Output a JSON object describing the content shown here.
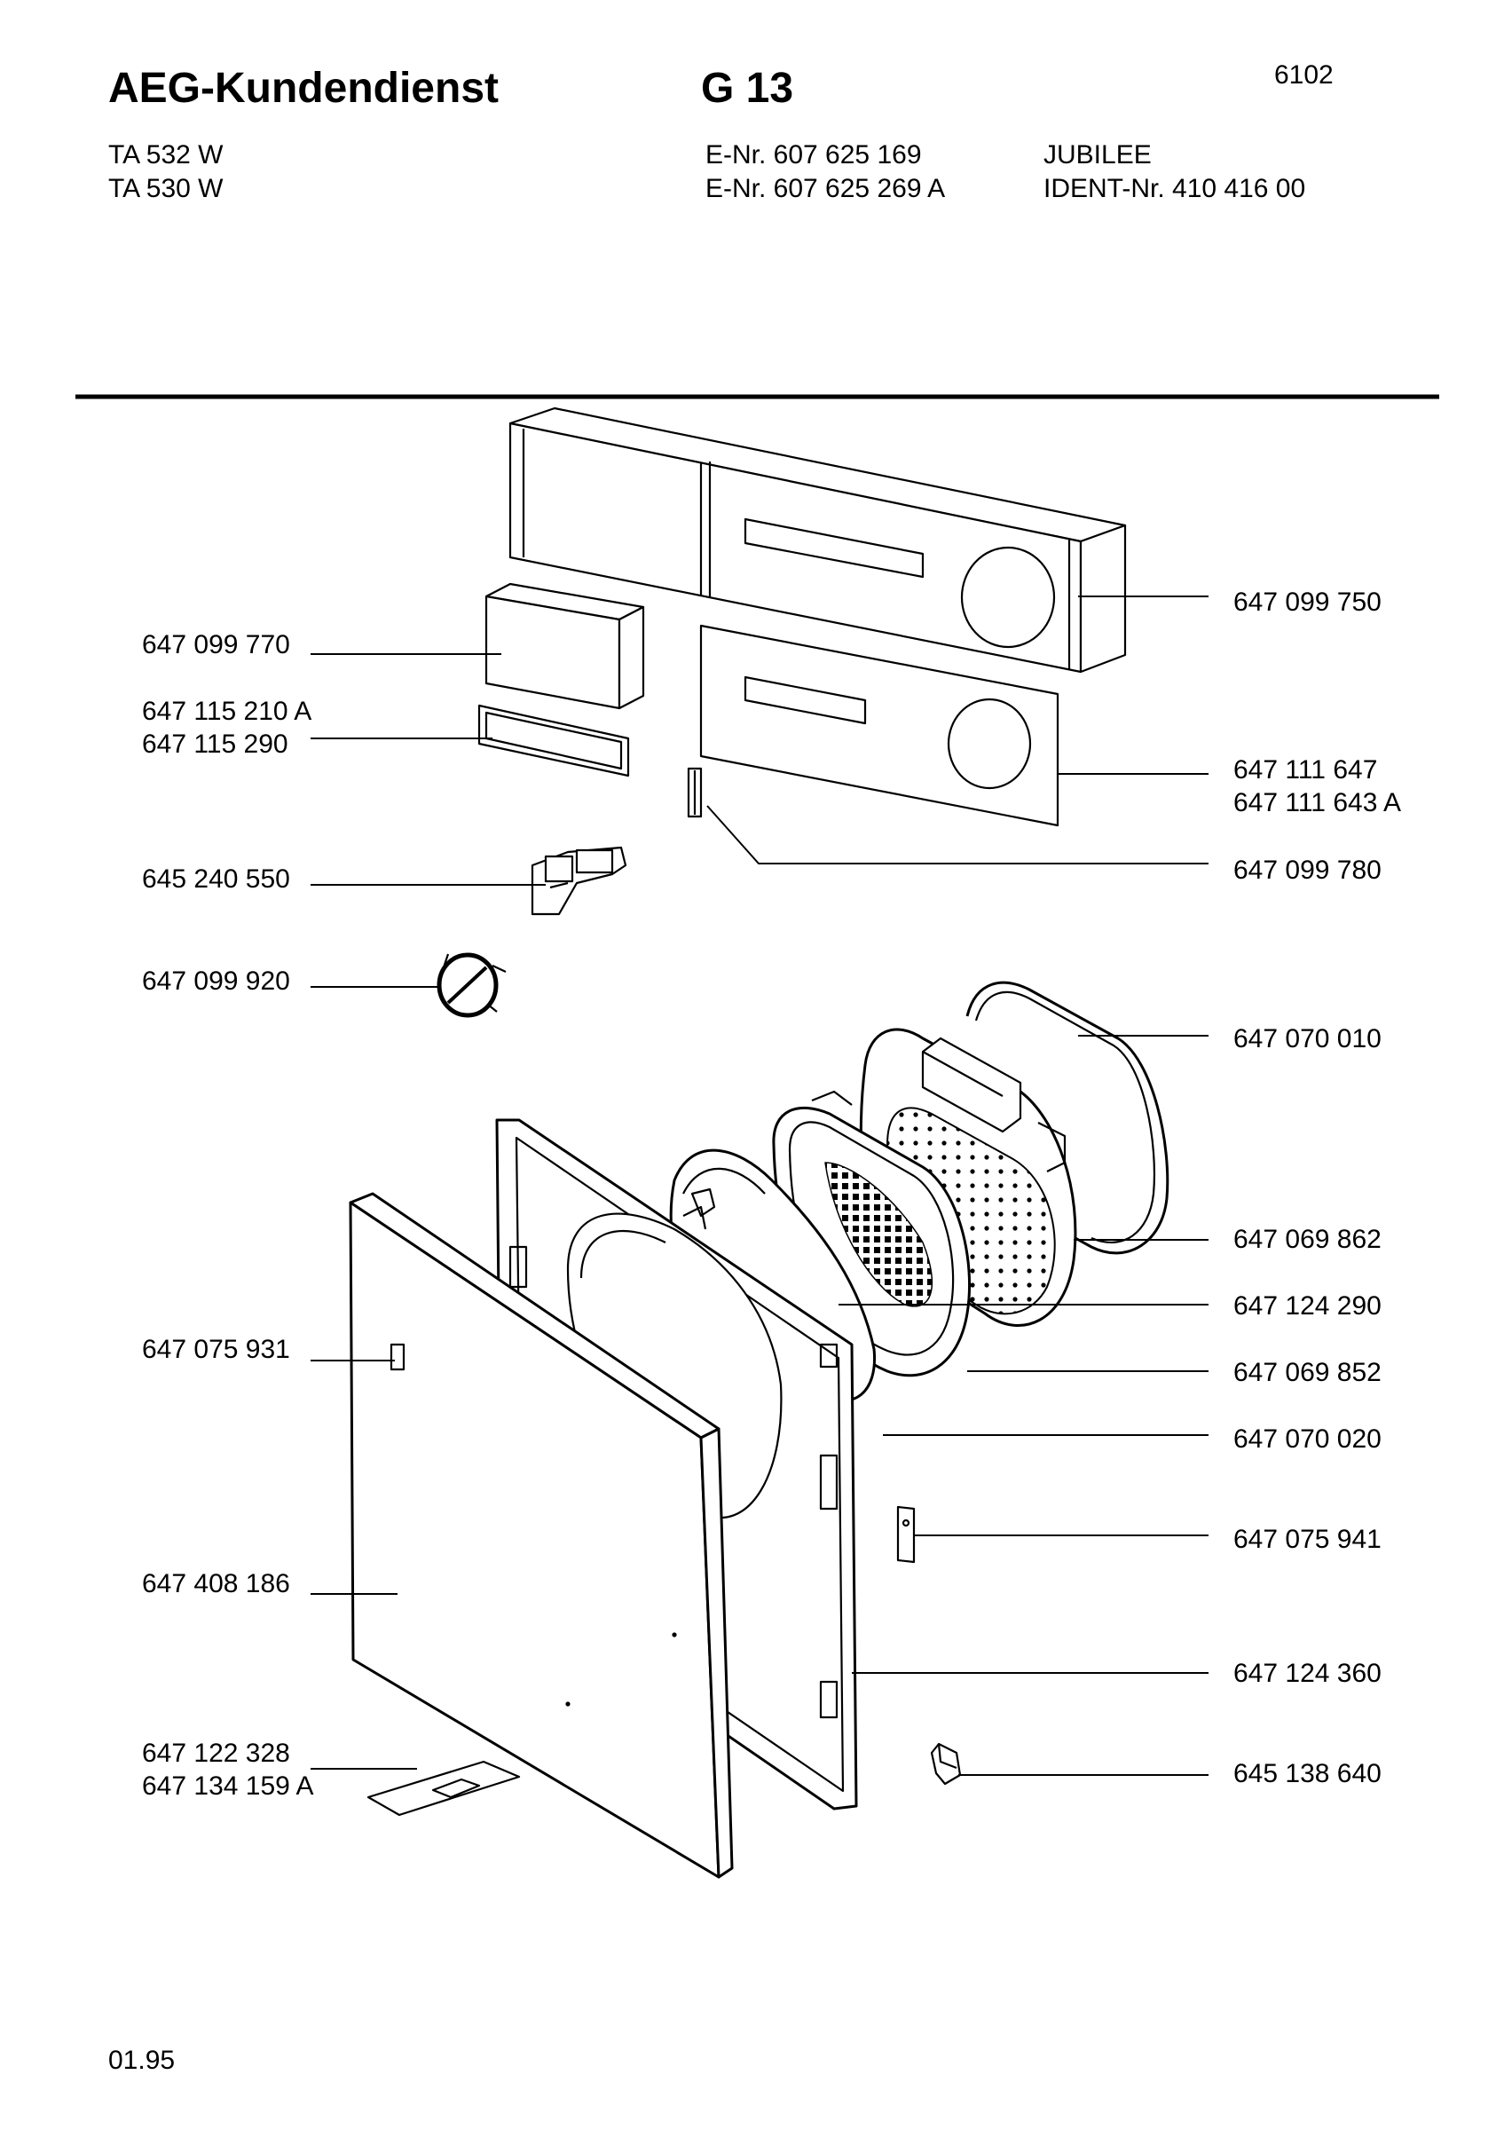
{
  "header": {
    "brand": "AEG-Kundendienst",
    "group": "G 13",
    "doc_code": "6102",
    "models": [
      "TA 532 W",
      "TA 530 W"
    ],
    "enr": [
      "E-Nr. 607 625 169",
      "E-Nr. 607 625 269  A"
    ],
    "variant": "JUBILEE",
    "ident": "IDENT-Nr. 410 416 00"
  },
  "parts_left": [
    [
      "647 099 770"
    ],
    [
      "647 115 210 A",
      "647 115 290"
    ],
    [
      "645 240 550"
    ],
    [
      "647 099 920"
    ],
    [
      "647 075 931"
    ],
    [
      "647 408 186"
    ],
    [
      "647 122 328",
      "647 134 159 A"
    ]
  ],
  "parts_right": [
    [
      "647 099 750"
    ],
    [
      "647 111 647",
      "647 111 643 A"
    ],
    [
      "647 099 780"
    ],
    [
      "647 070 010"
    ],
    [
      "647 069 862"
    ],
    [
      "647 124 290"
    ],
    [
      "647 069 852"
    ],
    [
      "647 070 020"
    ],
    [
      "647 075 941"
    ],
    [
      "647 124 360"
    ],
    [
      "645 138 640"
    ]
  ],
  "footer": {
    "date": "01.95"
  }
}
